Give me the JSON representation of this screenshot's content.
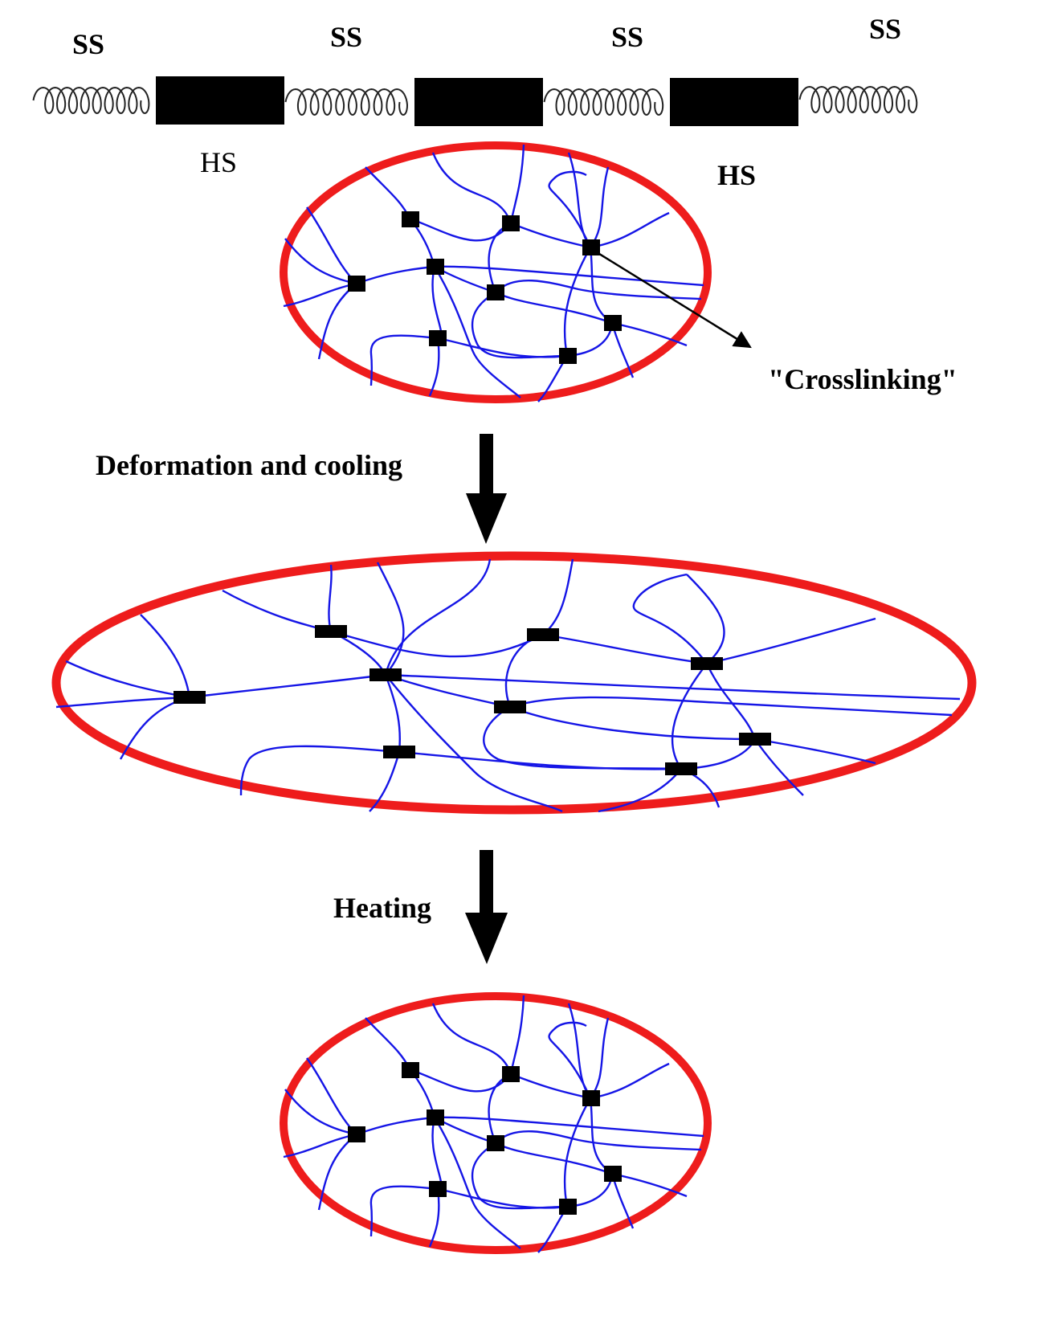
{
  "labels": {
    "ss": "SS",
    "hs": "HS",
    "crosslinking": "\"Crosslinking\"",
    "deformation_step": "Deformation and cooling",
    "heating_step": "Heating"
  },
  "colors": {
    "ellipse_outline": "#ee1c1c",
    "chain": "#1515e6",
    "hard_segment": "#000000",
    "arrow": "#000000"
  },
  "icons": {
    "soft_segment": "coil-spring",
    "hard_segment": "black-rectangle",
    "crosslink": "black-square",
    "process_arrow": "down-arrow"
  }
}
